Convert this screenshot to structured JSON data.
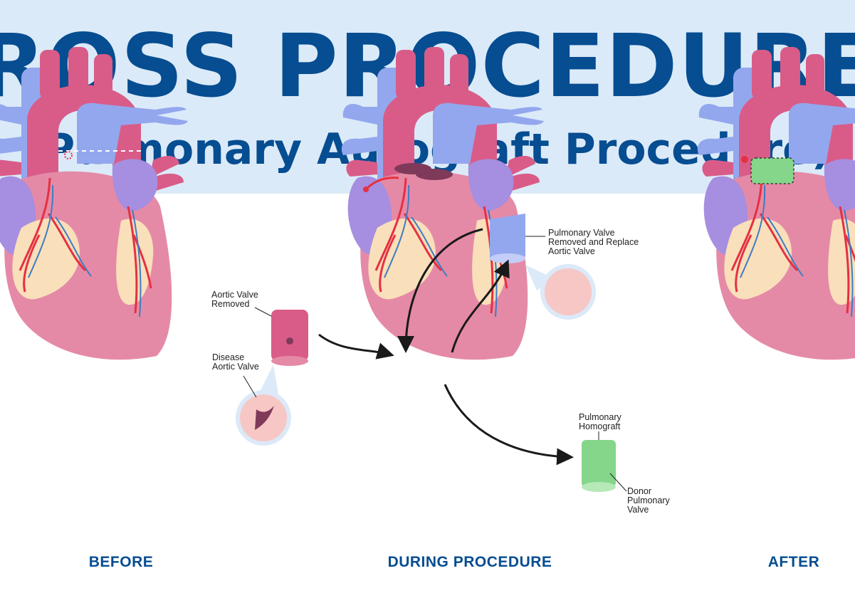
{
  "title": "ROSS PROCEDURE",
  "subtitle": "(Pulmonary Autograft Procedure)",
  "captions": {
    "before": "BEFORE",
    "during": "DURING PROCEDURE",
    "after": "AFTER"
  },
  "labels": {
    "aortic_valve_removed": [
      "Aortic Valve",
      "Removed"
    ],
    "disease_aortic_valve": [
      "Disease",
      "Aortic Valve"
    ],
    "pulmonary_valve_removed": [
      "Pulmonary Valve",
      "Removed and Replace",
      "Aortic Valve"
    ],
    "pulmonary_homograft": [
      "Pulmonary",
      "Homograft"
    ],
    "donor_pulmonary_valve": [
      "Donor",
      "Pulmonary",
      "Valve"
    ]
  },
  "colors": {
    "banner": "#dbeaf8",
    "title": "#064d91",
    "heart": "#e58aa6",
    "aorta": "#d95c88",
    "vein": "#93a7ee",
    "atrium": "#a68ee0",
    "fat": "#f9dfba",
    "artery": "#e53042",
    "pulmonary_vein_blue": "#3e7cc5",
    "homograft": "#85d58a"
  }
}
